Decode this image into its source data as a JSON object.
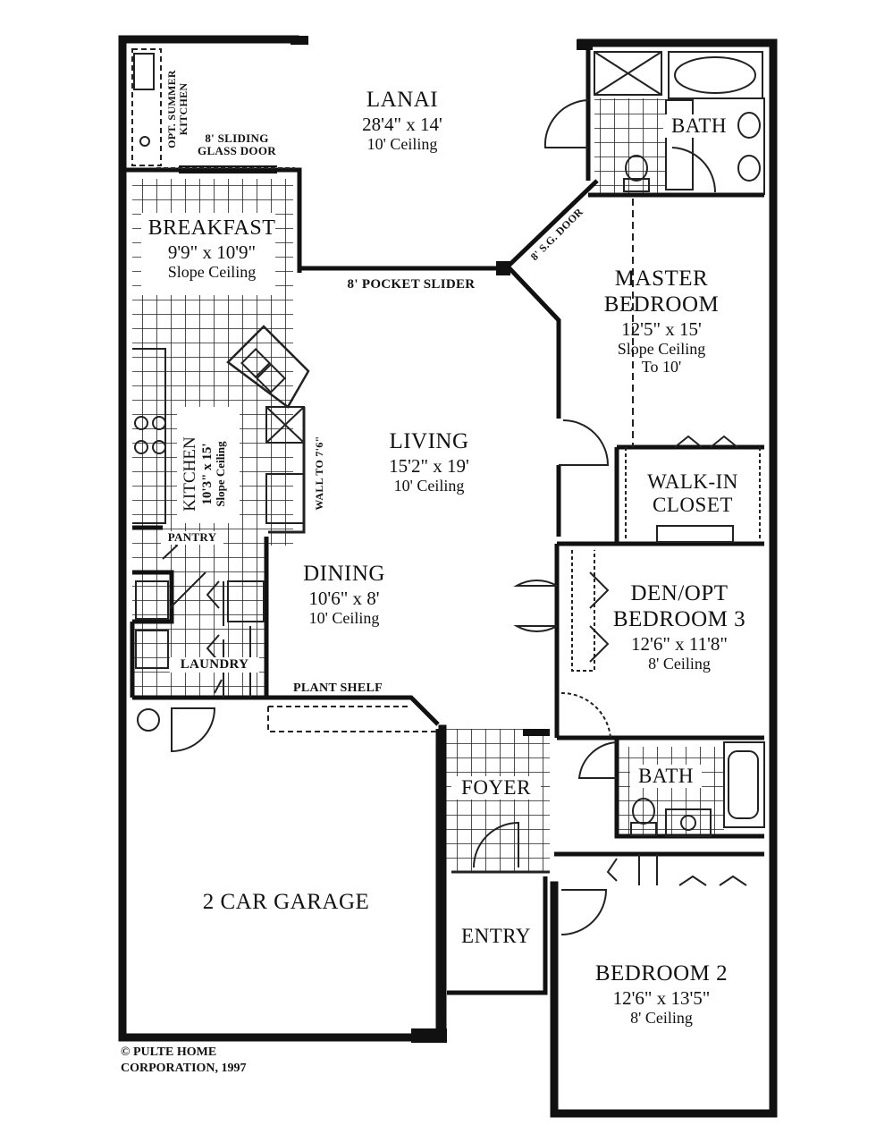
{
  "rooms": {
    "lanai": {
      "name": "LANAI",
      "dims": "28'4\" x 14'",
      "ceiling": "10' Ceiling"
    },
    "summer_kitchen": {
      "line1": "OPT. SUMMER",
      "line2": "KITCHEN"
    },
    "sliding_door": {
      "line1": "8' SLIDING",
      "line2": "GLASS DOOR"
    },
    "breakfast": {
      "name": "BREAKFAST",
      "dims": "9'9\" x 10'9\"",
      "ceiling": "Slope Ceiling"
    },
    "pocket_slider": "8' POCKET SLIDER",
    "sg_door": "8' S.G. DOOR",
    "master_bath": "BATH",
    "master_bedroom": {
      "name1": "MASTER",
      "name2": "BEDROOM",
      "dims": "12'5\" x 15'",
      "ceiling1": "Slope Ceiling",
      "ceiling2": "To 10'"
    },
    "kitchen": {
      "name": "KITCHEN",
      "dims": "10'3\" x 15'",
      "ceiling": "Slope Ceiling"
    },
    "wall": "WALL TO 7'6\"",
    "living": {
      "name": "LIVING",
      "dims": "15'2\" x 19'",
      "ceiling": "10' Ceiling"
    },
    "walk_in_closet": {
      "line1": "WALK-IN",
      "line2": "CLOSET"
    },
    "pantry": "PANTRY",
    "dining": {
      "name": "DINING",
      "dims": "10'6\" x 8'",
      "ceiling": "10' Ceiling"
    },
    "den": {
      "name1": "DEN/OPT",
      "name2": "BEDROOM 3",
      "dims": "12'6\" x 11'8\"",
      "ceiling": "8' Ceiling"
    },
    "laundry": "LAUNDRY",
    "plant_shelf": "PLANT SHELF",
    "bath2": "BATH",
    "foyer": "FOYER",
    "garage": "2 CAR GARAGE",
    "entry": "ENTRY",
    "bedroom2": {
      "name": "BEDROOM 2",
      "dims": "12'6\" x 13'5\"",
      "ceiling": "8' Ceiling"
    }
  },
  "copyright": {
    "line1": "© PULTE HOME",
    "line2": "CORPORATION, 1997"
  }
}
